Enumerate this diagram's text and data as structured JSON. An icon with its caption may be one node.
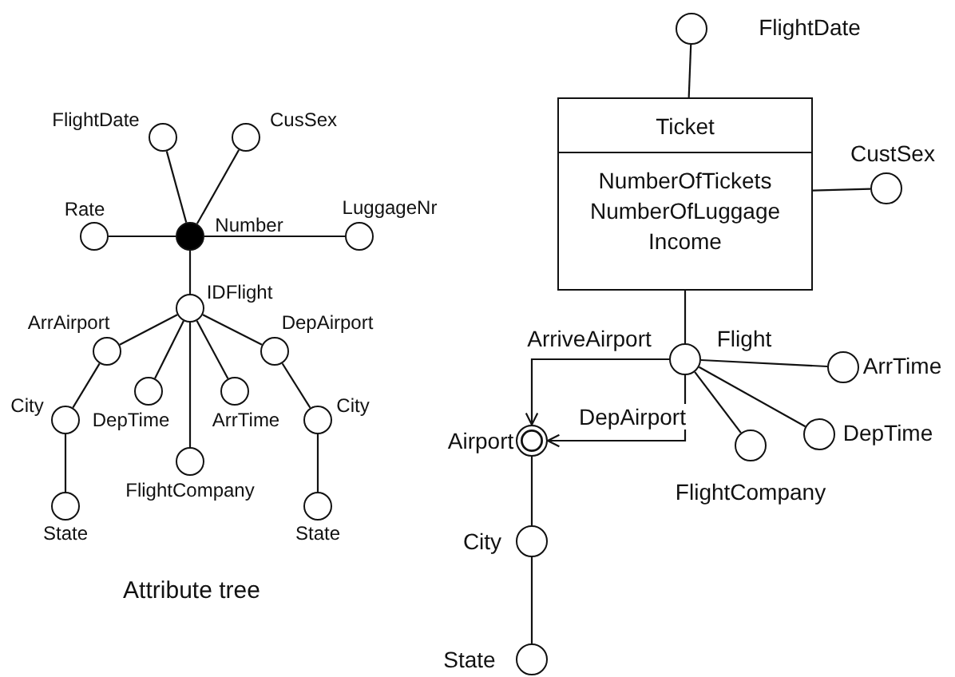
{
  "diagram": {
    "caption": "Attribute tree",
    "nodes": [
      {
        "text": [],
        "shape": "circle",
        "beside": [
          "FlightDate"
        ]
      },
      {
        "text": [],
        "shape": "circle",
        "beside": [
          "CusSex"
        ]
      },
      {
        "text": [],
        "shape": "circle",
        "beside": [
          "Rate"
        ]
      },
      {
        "text": [],
        "shape": "dot",
        "beside": [
          "Number"
        ]
      },
      {
        "text": [],
        "shape": "circle",
        "beside": [
          "LuggageNr"
        ]
      },
      {
        "text": [],
        "shape": "circle",
        "beside": [
          "IDFlight"
        ]
      },
      {
        "text": [],
        "shape": "circle",
        "beside": [
          "ArrAirport"
        ]
      },
      {
        "text": [],
        "shape": "circle",
        "beside": [
          "DepAirport"
        ]
      },
      {
        "text": [],
        "shape": "circle",
        "beside": [
          "City"
        ]
      },
      {
        "text": [],
        "shape": "circle",
        "beside": [
          "DepTime"
        ]
      },
      {
        "text": [],
        "shape": "circle",
        "beside": [
          "ArrTime"
        ]
      },
      {
        "text": [],
        "shape": "circle",
        "beside": [
          "City"
        ]
      },
      {
        "text": [],
        "shape": "circle",
        "beside": [
          "FlightCompany"
        ]
      },
      {
        "text": [],
        "shape": "circle",
        "beside": [
          "State"
        ]
      },
      {
        "text": [],
        "shape": "circle",
        "beside": [
          "State"
        ]
      },
      {
        "text": [],
        "shape": "circle",
        "beside": [
          "FlightDate"
        ]
      },
      {
        "text": [
          "Ticket",
          "NumberOfTickets NumberOfLuggage Income"
        ]
      },
      {
        "text": [],
        "shape": "circle",
        "beside": [
          "CustSex"
        ]
      },
      {
        "text": [],
        "shape": "circle",
        "beside": [
          "Flight"
        ]
      },
      {
        "text": [],
        "shape": "circle",
        "beside": [
          "ArrTime"
        ]
      },
      {
        "text": [],
        "shape": "ring",
        "beside": [
          "Airport"
        ]
      },
      {
        "text": [],
        "shape": "circle",
        "beside": [
          "DepTime"
        ]
      },
      {
        "text": [],
        "shape": "circle",
        "beside": [
          "FlightCompany"
        ]
      },
      {
        "text": [],
        "shape": "circle",
        "beside": [
          "City"
        ]
      },
      {
        "text": [],
        "shape": "circle",
        "beside": [
          "State"
        ]
      }
    ],
    "edges": [
      {
        "from": 0,
        "to": 3,
        "arrow": "none"
      },
      {
        "from": 1,
        "to": 3,
        "arrow": "none"
      },
      {
        "from": 2,
        "to": 3,
        "arrow": "none"
      },
      {
        "from": 3,
        "to": 4,
        "arrow": "none"
      },
      {
        "from": 3,
        "to": 5,
        "arrow": "none"
      },
      {
        "from": 5,
        "to": 6,
        "arrow": "none"
      },
      {
        "from": 5,
        "to": 7,
        "arrow": "none"
      },
      {
        "from": 5,
        "to": 9,
        "arrow": "none"
      },
      {
        "from": 5,
        "to": 10,
        "arrow": "none"
      },
      {
        "from": 5,
        "to": 12,
        "arrow": "none"
      },
      {
        "from": 6,
        "to": 8,
        "arrow": "none"
      },
      {
        "from": 7,
        "to": 11,
        "arrow": "none"
      },
      {
        "from": 8,
        "to": 13,
        "arrow": "none"
      },
      {
        "from": 11,
        "to": 14,
        "arrow": "none"
      },
      {
        "from": 15,
        "to": 16,
        "arrow": "none"
      },
      {
        "from": 16,
        "to": 17,
        "arrow": "none"
      },
      {
        "from": 16,
        "to": 18,
        "arrow": "none"
      },
      {
        "from": 18,
        "to": 19,
        "arrow": "none"
      },
      {
        "from": 18,
        "to": 22,
        "arrow": "none"
      },
      {
        "from": 18,
        "to": 21,
        "arrow": "none"
      },
      {
        "from": 18,
        "to": 20,
        "arrow": "to",
        "label": "ArriveAirport"
      },
      {
        "from": 18,
        "to": 20,
        "arrow": "to",
        "label": "DepAirport"
      },
      {
        "from": 20,
        "to": 23,
        "arrow": "none"
      },
      {
        "from": 23,
        "to": 24,
        "arrow": "none"
      }
    ]
  }
}
